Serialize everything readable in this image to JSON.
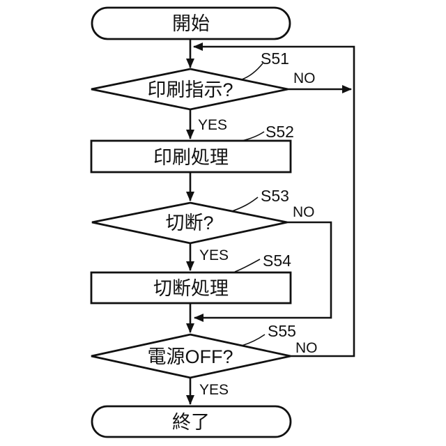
{
  "figure": {
    "type": "flowchart",
    "language": "ja",
    "colors": {
      "stroke": "#111111",
      "background": "#ffffff",
      "shape_fill": "#ffffff"
    },
    "nodes": {
      "start": {
        "shape": "terminator",
        "label": "開始"
      },
      "s51": {
        "shape": "decision",
        "label": "印刷指示?",
        "step": "S51",
        "yes": "YES",
        "no": "NO"
      },
      "s52": {
        "shape": "process",
        "label": "印刷処理",
        "step": "S52"
      },
      "s53": {
        "shape": "decision",
        "label": "切断?",
        "step": "S53",
        "yes": "YES",
        "no": "NO"
      },
      "s54": {
        "shape": "process",
        "label": "切断処理",
        "step": "S54"
      },
      "s55": {
        "shape": "decision",
        "label": "電源OFF?",
        "step": "S55",
        "yes": "YES",
        "no": "NO"
      },
      "end": {
        "shape": "terminator",
        "label": "終了"
      }
    },
    "edges": [
      {
        "from": "start",
        "to": "s51"
      },
      {
        "from": "s51",
        "to": "s52",
        "condition": "YES"
      },
      {
        "from": "s51",
        "to": "loop-top",
        "condition": "NO"
      },
      {
        "from": "s52",
        "to": "s53"
      },
      {
        "from": "s53",
        "to": "s54",
        "condition": "YES"
      },
      {
        "from": "s53",
        "to": "s55",
        "condition": "NO"
      },
      {
        "from": "s54",
        "to": "s55"
      },
      {
        "from": "s55",
        "to": "end",
        "condition": "YES"
      },
      {
        "from": "s55",
        "to": "loop-top",
        "condition": "NO"
      }
    ]
  }
}
